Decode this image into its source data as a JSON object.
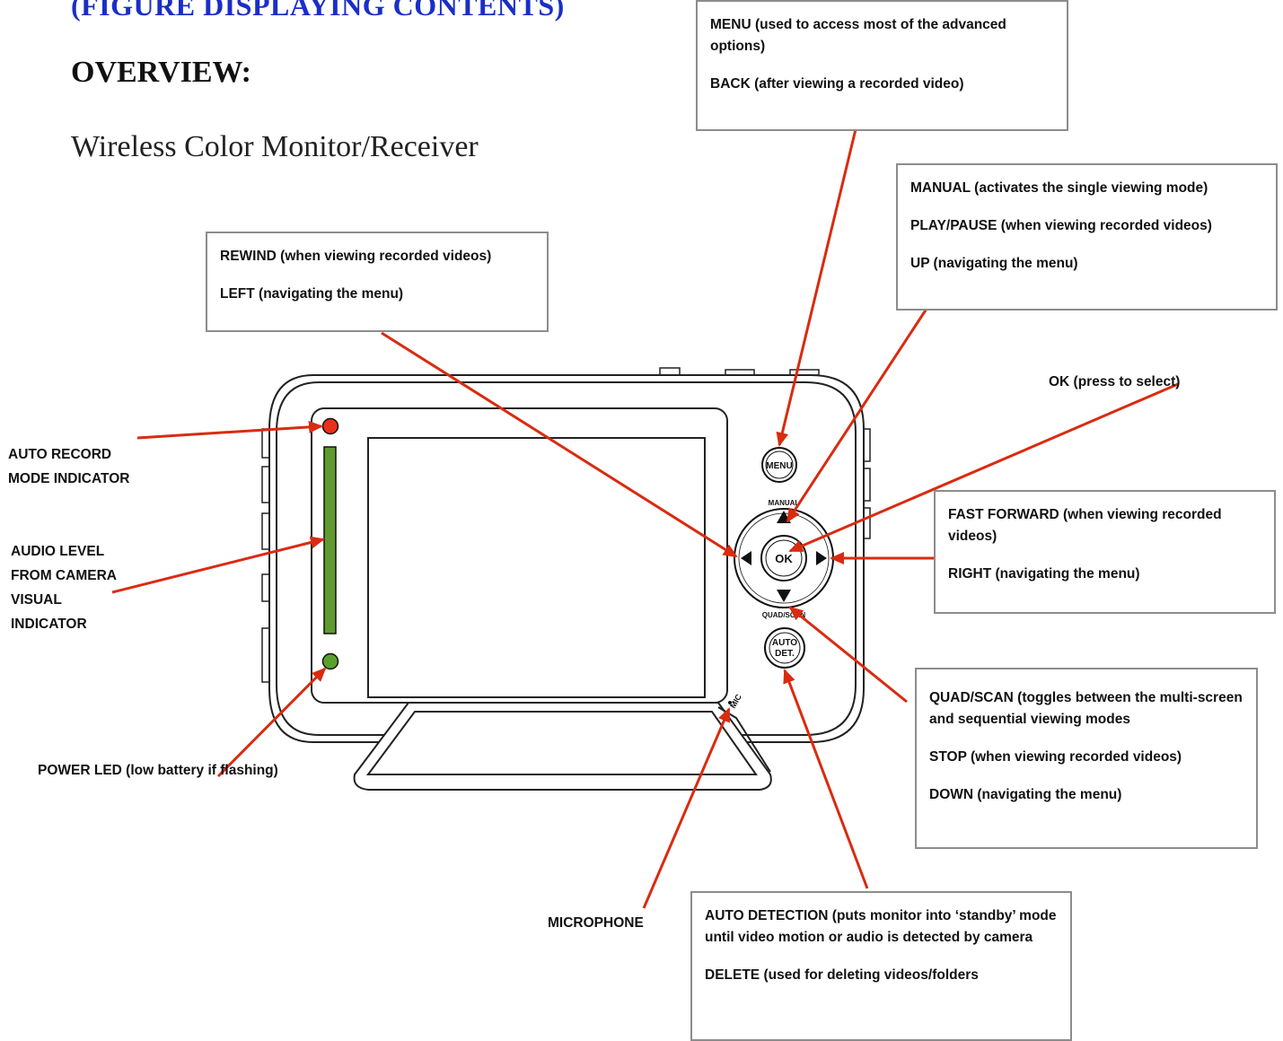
{
  "heading": {
    "title": "(FIGURE DISPLAYING CONTENTS)",
    "overview": "OVERVIEW:",
    "subtitle": "Wireless Color Monitor/Receiver"
  },
  "callouts": {
    "menu": [
      "MENU (used to access most of the advanced options)",
      "BACK (after viewing a recorded video)"
    ],
    "manual": [
      "MANUAL (activates the single viewing mode)",
      "PLAY/PAUSE (when viewing recorded videos)",
      "UP (navigating the menu)"
    ],
    "rewind": [
      "REWIND (when viewing recorded videos)",
      "LEFT (navigating the menu)"
    ],
    "ok": "OK (press to select)",
    "fast_forward": [
      "FAST FORWARD (when viewing recorded videos)",
      "RIGHT (navigating the menu)"
    ],
    "quad_scan": [
      "QUAD/SCAN (toggles between the multi-screen and sequential viewing modes",
      "STOP (when viewing recorded videos)",
      "DOWN (navigating the menu)"
    ],
    "auto_detection": [
      "AUTO DETECTION (puts monitor into ‘standby’ mode until video motion or audio is detected by camera",
      "DELETE (used for deleting videos/folders"
    ],
    "auto_record": [
      "AUTO RECORD",
      "MODE INDICATOR"
    ],
    "audio_level": [
      "AUDIO LEVEL",
      "FROM CAMERA",
      "VISUAL",
      "INDICATOR"
    ],
    "power_led": "POWER LED (low battery if flashing)",
    "microphone": "MICROPHONE"
  },
  "device": {
    "menu_button": "MENU",
    "manual_label": "MANUAL",
    "ok_button": "OK",
    "quad_scan_label": "QUAD/SCAN",
    "auto_det_line1": "AUTO",
    "auto_det_line2": "DET.",
    "mic_label": "MIC"
  },
  "colors": {
    "title": "#1a2ec8",
    "arrow": "#d92b10",
    "record_led": "#e8301a",
    "power_led": "#5aa02c",
    "audio_bar": "#5f9a2e",
    "box_border": "#8c8c8c"
  }
}
